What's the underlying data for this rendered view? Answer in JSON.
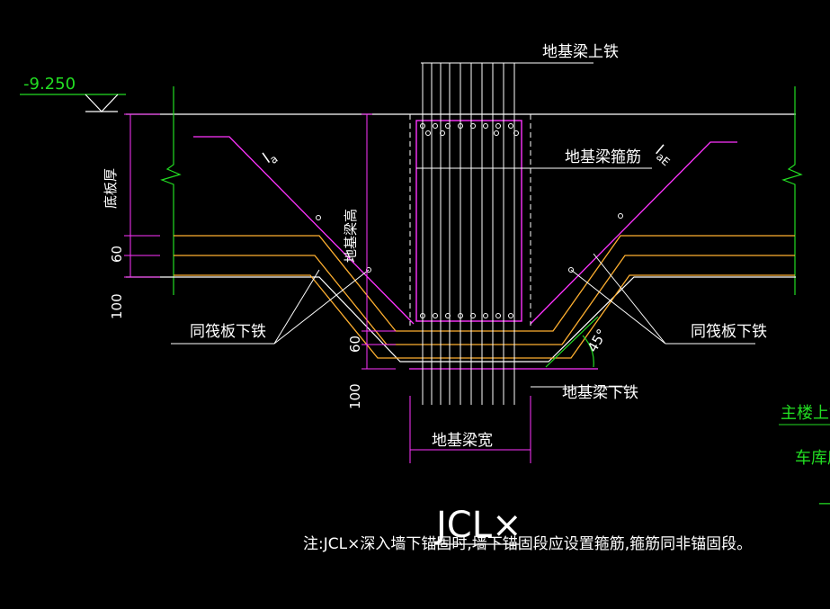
{
  "elevation": "-9.250",
  "labels": {
    "beam_top_rebar": "地基梁上铁",
    "beam_stirrup": "地基梁箍筋",
    "slab_bottom_left": "同筏板下铁",
    "slab_bottom_right": "同筏板下铁",
    "beam_bottom_rebar": "地基梁下铁",
    "beam_width": "地基梁宽",
    "slab_thickness": "底板厚",
    "beam_height": "地基梁高",
    "anchor_left": "l",
    "anchor_left_sub": "a",
    "anchor_right": "l",
    "anchor_right_sub": "aE",
    "angle": "45°"
  },
  "dimensions": {
    "left_60": "60",
    "left_100": "100",
    "center_60": "60",
    "center_100": "100"
  },
  "title": "JCL×",
  "note": "注:JCL×深入墙下锚固时,墙下锚固段应设置箍筋,箍筋同非锚固段。",
  "side_text": {
    "line1": "主楼上铁",
    "line2": "车库底",
    "line3": "—"
  },
  "colors": {
    "background": "#000000",
    "structure": "#ffffff",
    "rebar_magenta": "#ff33ff",
    "slab_rebar": "#ffb030",
    "elevation_green": "#22dd22",
    "leader_white": "#ffffff"
  }
}
